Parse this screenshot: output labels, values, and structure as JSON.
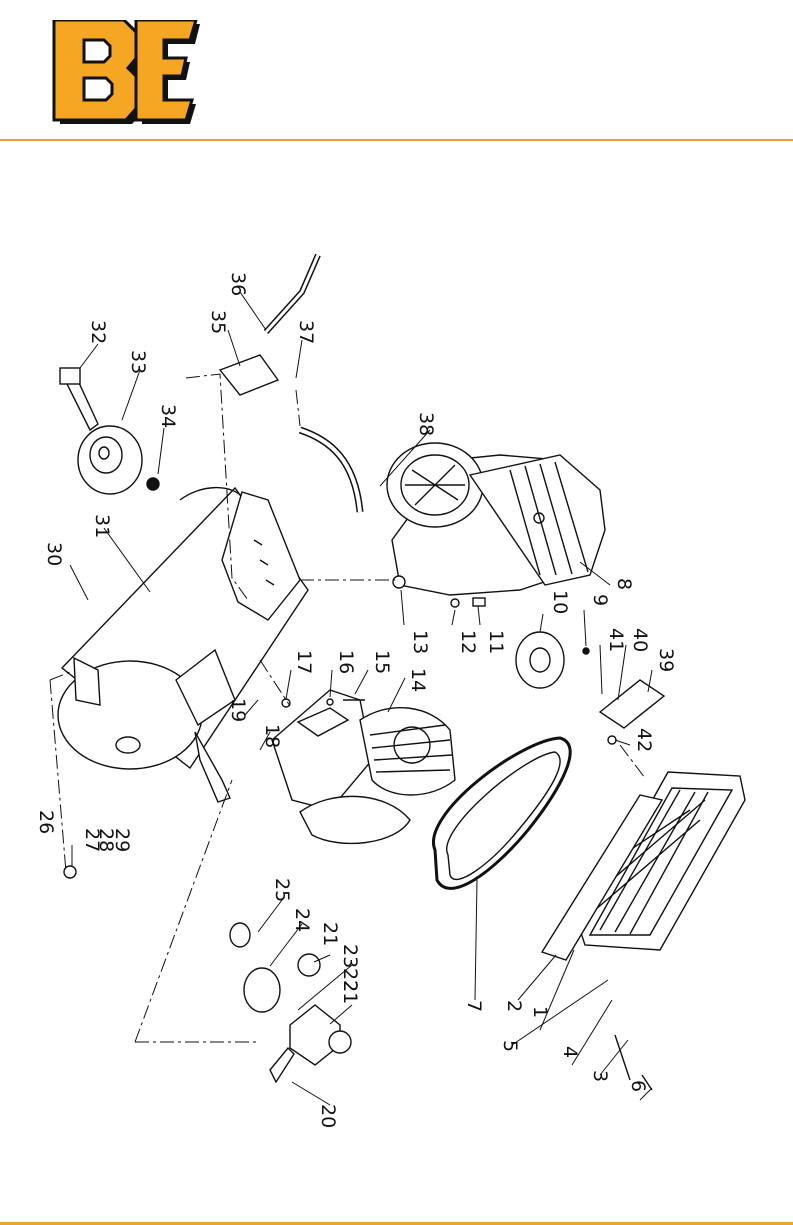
{
  "brand": {
    "logo_text": "BE",
    "accent": "#e9a23b",
    "logo_fill": "#f5a623"
  },
  "callouts": [
    "36",
    "35",
    "37",
    "32",
    "33",
    "34",
    "38",
    "31",
    "30",
    "8",
    "10",
    "9",
    "13",
    "12",
    "11",
    "41",
    "40",
    "39",
    "17",
    "16",
    "15",
    "14",
    "19",
    "18",
    "42",
    "26",
    "27",
    "28",
    "29",
    "25",
    "24",
    "21",
    "23",
    "22",
    "21",
    "7",
    "2",
    "1",
    "5",
    "4",
    "3",
    "6",
    "20"
  ]
}
